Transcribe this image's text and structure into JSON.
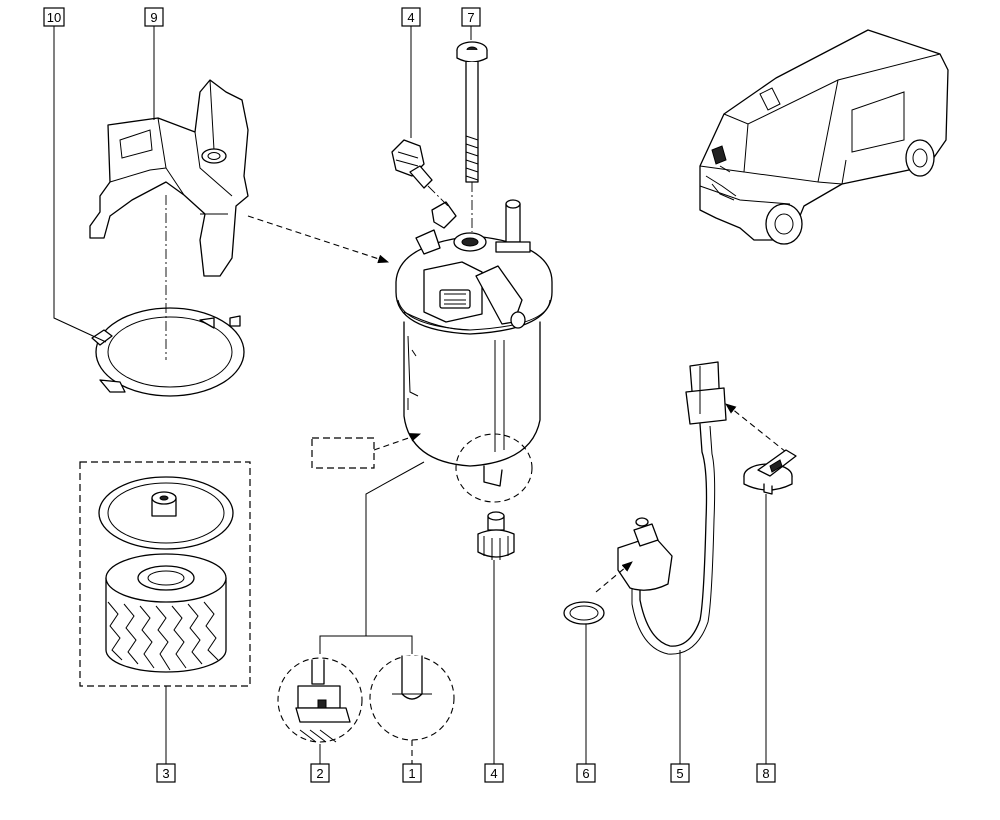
{
  "callouts": {
    "c1": "1",
    "c2": "2",
    "c3": "3",
    "c4_bottom": "4",
    "c4_top": "4",
    "c5": "5",
    "c6": "6",
    "c7": "7",
    "c8": "8",
    "c9": "9",
    "c10": "10"
  }
}
